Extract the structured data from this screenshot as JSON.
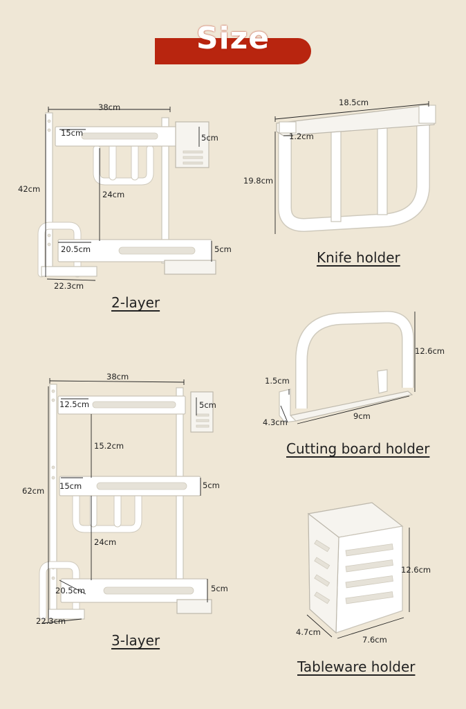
{
  "header": {
    "title": "Size"
  },
  "two_layer": {
    "caption": "2-layer",
    "dims": {
      "width": "38cm",
      "height": "42cm",
      "top_depth": "15cm",
      "hook_height": "5cm",
      "layer_gap": "24cm",
      "bottom_depth": "20.5cm",
      "bottom_height": "5cm",
      "base_depth": "22.3cm"
    }
  },
  "knife_holder": {
    "caption": "Knife holder",
    "dims": {
      "width": "18.5cm",
      "thickness": "1.2cm",
      "height": "19.8cm"
    }
  },
  "cutting_board_holder": {
    "caption": "Cutting board holder",
    "dims": {
      "height": "12.6cm",
      "hook": "1.5cm",
      "depth": "4.3cm",
      "width": "9cm"
    }
  },
  "three_layer": {
    "caption": "3-layer",
    "dims": {
      "width": "38cm",
      "height": "62cm",
      "top_depth": "12.5cm",
      "top_height": "5cm",
      "gap_upper": "15.2cm",
      "mid_depth": "15cm",
      "mid_height": "5cm",
      "gap_lower": "24cm",
      "bottom_depth": "20.5cm",
      "bottom_height": "5cm",
      "base_depth": "22.3cm"
    }
  },
  "tableware_holder": {
    "caption": "Tableware holder",
    "dims": {
      "height": "12.6cm",
      "depth": "4.7cm",
      "width": "7.6cm"
    }
  }
}
